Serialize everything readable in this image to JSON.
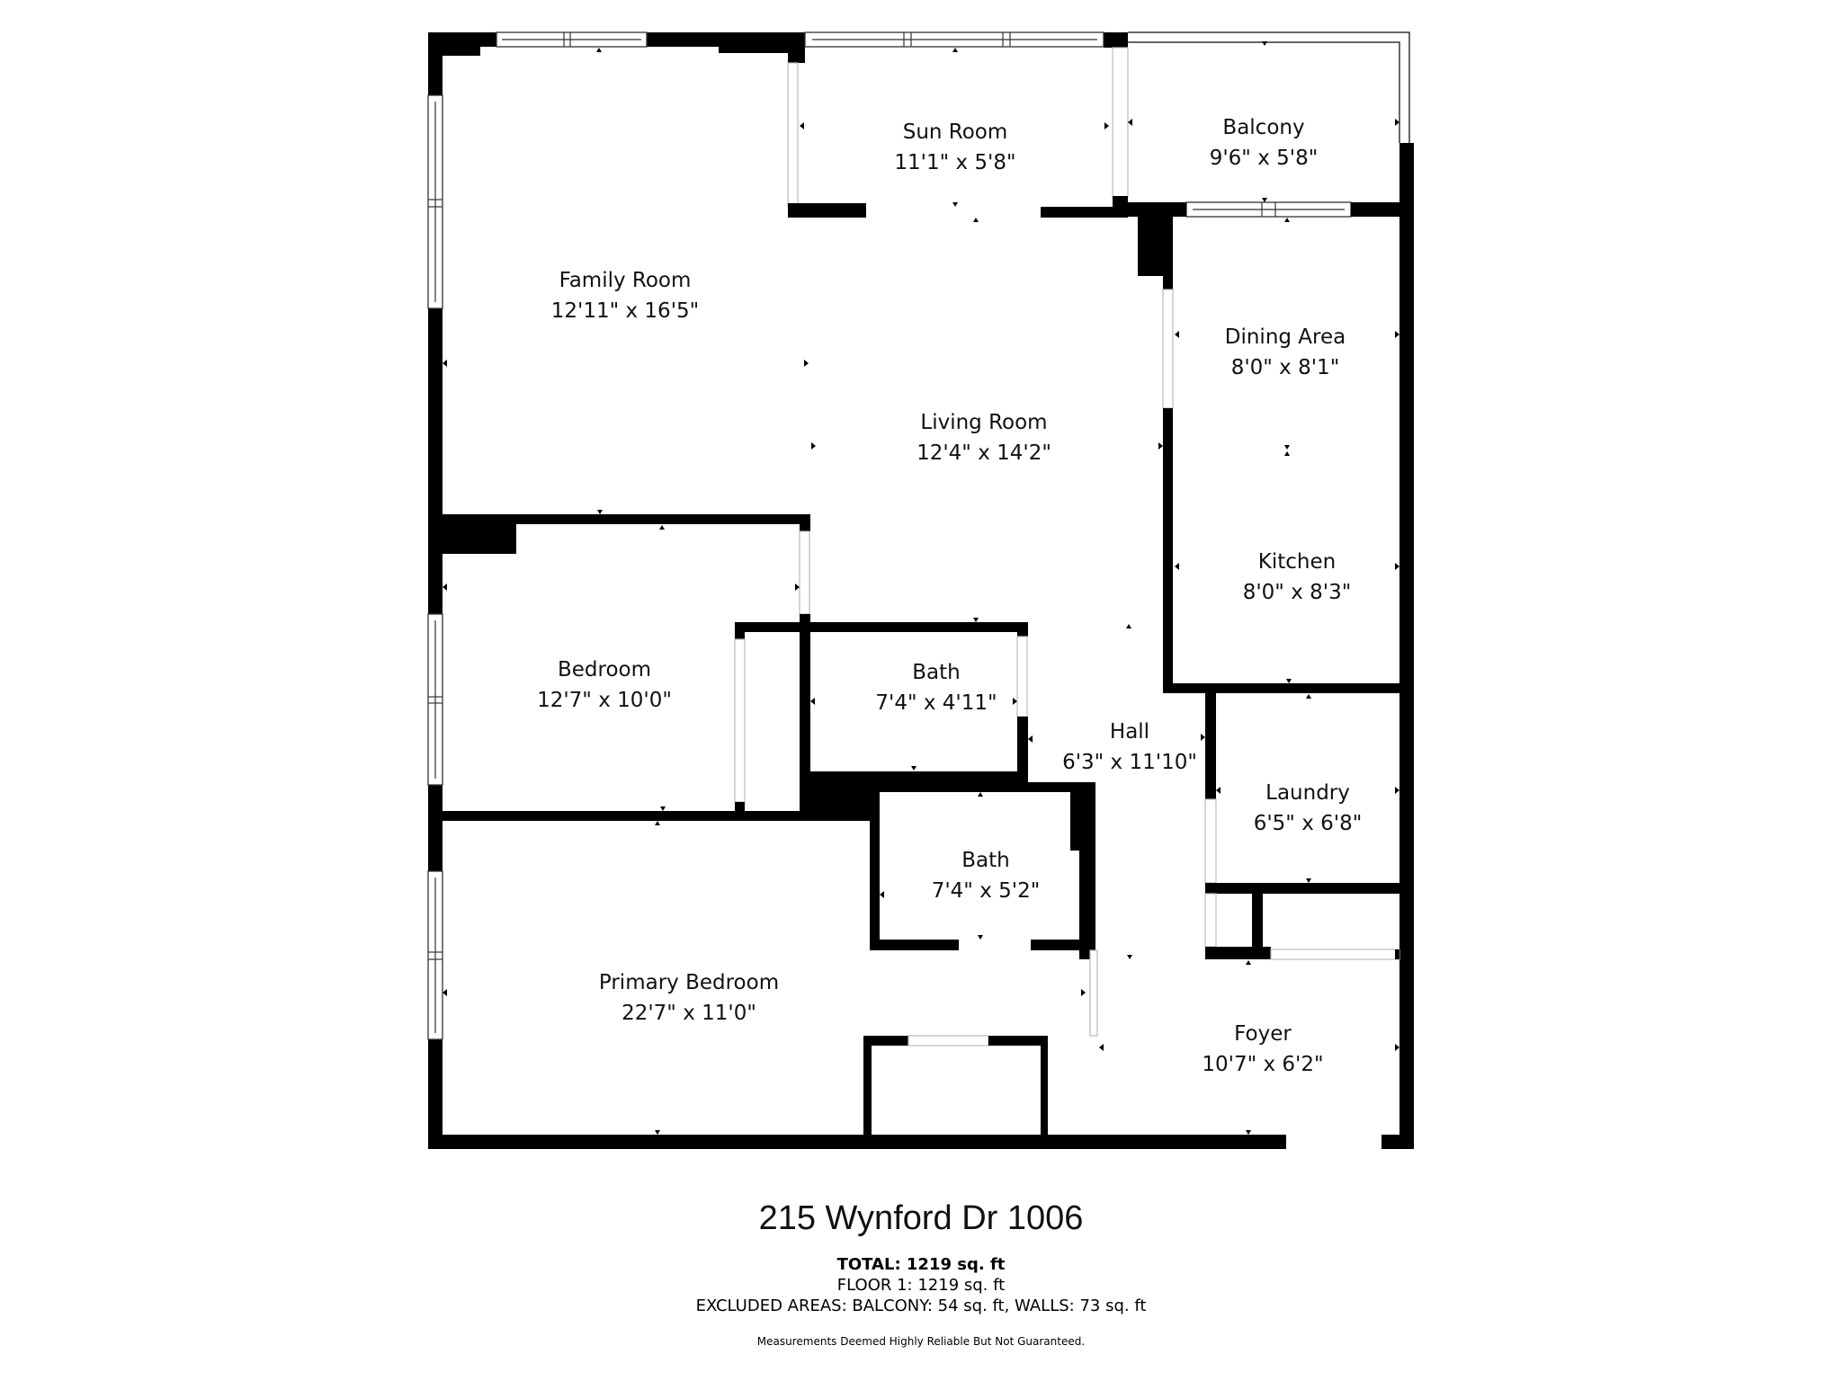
{
  "plan": {
    "address": "215 Wynford Dr 1006",
    "total": "TOTAL: 1219 sq. ft",
    "floor": "FLOOR 1: 1219 sq. ft",
    "excluded": "EXCLUDED AREAS: BALCONY: 54 sq. ft, WALLS: 73 sq. ft",
    "disclaimer": "Measurements Deemed Highly Reliable But Not Guaranteed."
  },
  "rooms": [
    {
      "name": "Sun Room",
      "dims": "11'1\" x 5'8\""
    },
    {
      "name": "Balcony",
      "dims": "9'6\" x 5'8\""
    },
    {
      "name": "Family Room",
      "dims": "12'11\" x 16'5\""
    },
    {
      "name": "Living Room",
      "dims": "12'4\" x 14'2\""
    },
    {
      "name": "Dining Area",
      "dims": "8'0\" x 8'1\""
    },
    {
      "name": "Kitchen",
      "dims": "8'0\" x 8'3\""
    },
    {
      "name": "Bedroom",
      "dims": "12'7\" x 10'0\""
    },
    {
      "name": "Bath",
      "dims": "7'4\" x 4'11\""
    },
    {
      "name": "Hall",
      "dims": "6'3\" x 11'10\""
    },
    {
      "name": "Laundry",
      "dims": "6'5\" x 6'8\""
    },
    {
      "name": "Bath",
      "dims": "7'4\" x 5'2\""
    },
    {
      "name": "Primary Bedroom",
      "dims": "22'7\" x 11'0\""
    },
    {
      "name": "Foyer",
      "dims": "10'7\" x 6'2\""
    }
  ],
  "colors": {
    "wall": "#000000",
    "background": "#ffffff",
    "text": "#111111"
  }
}
